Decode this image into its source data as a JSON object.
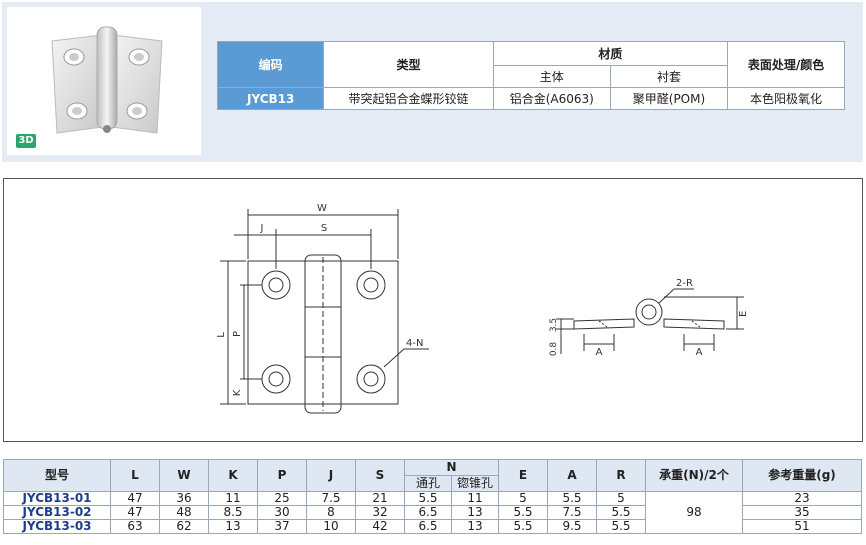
{
  "product_image": {
    "badge": "3D"
  },
  "spec": {
    "headers": {
      "code": "编码",
      "type": "类型",
      "material": "材质",
      "main_body": "主体",
      "bushing": "衬套",
      "surface": "表面处理/颜色"
    },
    "row": {
      "code": "JYCB13",
      "type": "带突起铝合金蝶形铰链",
      "main_body": "铝合金(A6063)",
      "bushing": "聚甲醛(POM)",
      "surface": "本色阳极氧化"
    }
  },
  "drawing": {
    "front_labels": {
      "W": "W",
      "J": "J",
      "S": "S",
      "L": "L",
      "P": "P",
      "K": "K",
      "N": "4-N"
    },
    "side_labels": {
      "R": "2-R",
      "E": "E",
      "A1": "A",
      "A2": "A",
      "t1": "3.5",
      "t2": "0.8"
    }
  },
  "dimensions": {
    "headers": {
      "model": "型号",
      "L": "L",
      "W": "W",
      "K": "K",
      "P": "P",
      "J": "J",
      "S": "S",
      "N": "N",
      "N_through": "通孔",
      "N_countersink": "锪锥孔",
      "E": "E",
      "A": "A",
      "R": "R",
      "load": "承重(N)/2个",
      "weight": "参考重量(g)"
    },
    "rows": [
      {
        "model": "JYCB13-01",
        "L": "47",
        "W": "36",
        "K": "11",
        "P": "25",
        "J": "7.5",
        "S": "21",
        "N1": "5.5",
        "N2": "11",
        "E": "5",
        "A": "5.5",
        "R": "5",
        "weight": "23"
      },
      {
        "model": "JYCB13-02",
        "L": "47",
        "W": "48",
        "K": "8.5",
        "P": "30",
        "J": "8",
        "S": "32",
        "N1": "6.5",
        "N2": "13",
        "E": "5.5",
        "A": "7.5",
        "R": "5.5",
        "weight": "35"
      },
      {
        "model": "JYCB13-03",
        "L": "63",
        "W": "62",
        "K": "13",
        "P": "37",
        "J": "10",
        "S": "42",
        "N1": "6.5",
        "N2": "13",
        "E": "5.5",
        "A": "9.5",
        "R": "5.5",
        "weight": "51"
      }
    ],
    "load_value": "98"
  }
}
